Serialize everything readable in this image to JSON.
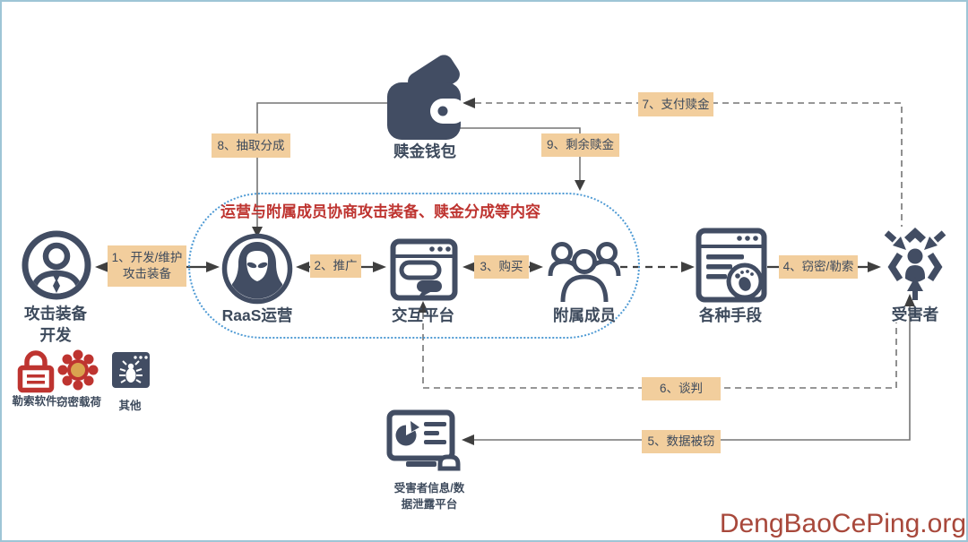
{
  "page": {
    "watermark": "DengBaoCePing.org"
  },
  "ellipse_note": "运营与附属成员协商攻击装备、赎金分成等内容",
  "nodes": {
    "developer": {
      "label_line1": "攻击装备",
      "label_line2": "开发"
    },
    "raas": {
      "label": "RaaS运营"
    },
    "platform": {
      "label": "交互平台"
    },
    "affiliates": {
      "label": "附属成员"
    },
    "means": {
      "label": "各种手段"
    },
    "victim": {
      "label": "受害者"
    },
    "wallet": {
      "label": "赎金钱包"
    },
    "leak_platform": {
      "label_line1": "受害者信息/数",
      "label_line2": "据泄露平台"
    }
  },
  "tools": {
    "ransomware_label": "勒索软件",
    "stealer_label": "窃密载荷",
    "other_label": "其他"
  },
  "edges": {
    "e1_line1": "1、开发/维护",
    "e1_line2": "攻击装备",
    "e2": "2、推广",
    "e3": "3、购买",
    "e4": "4、窃密/勒索",
    "e5": "5、数据被窃",
    "e6": "6、谈判",
    "e7": "7、支付赎金",
    "e8": "8、抽取分成",
    "e9": "9、剩余赎金"
  },
  "colors": {
    "navy": "#424D63",
    "tan": "#F2CE9D",
    "labelText": "#3D4A5C",
    "noteRed": "#BE3430",
    "ellipseBlue": "#4E9AD4",
    "iconRed": "#BE3430",
    "virusCore": "#D9A44F",
    "wireGray": "#757575",
    "arrowDark": "#3F3F3F",
    "watermarkRed": "#A8483B",
    "frameBlue": "#9EC5D6"
  }
}
